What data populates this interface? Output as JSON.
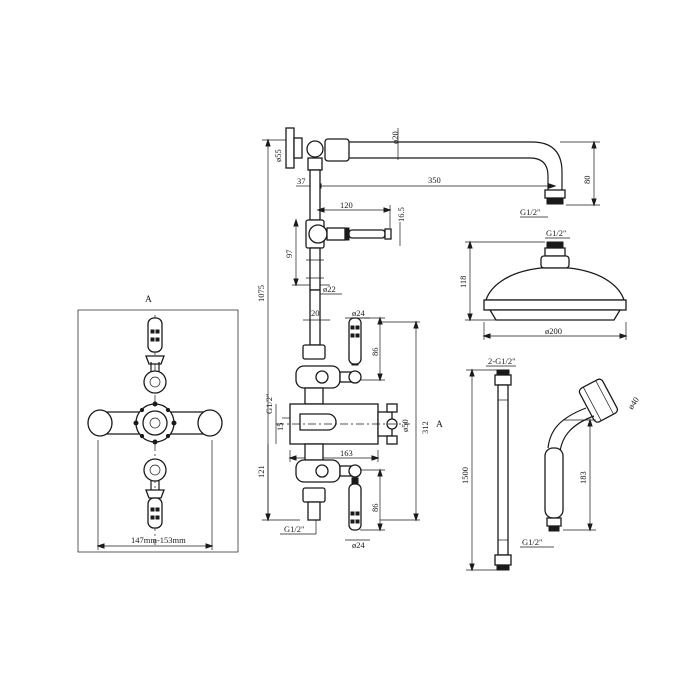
{
  "labels": {
    "front_section": "A",
    "section_mark": "A",
    "front_width": "147mm-153mm",
    "arm_diam": "ø20",
    "wall_flange_diam": "ø55",
    "arm_offset": "37",
    "arm_length": "350",
    "arm_drop": "80",
    "arm_outlet_thread": "G1/2\"",
    "total_height": "1075",
    "diverter_depth": "120",
    "diverter_handle_diam": "16.5",
    "riser_spacing": "97",
    "riser_diam": "ø22",
    "riser_gap": "20",
    "head_inlet_thread": "G1/2\"",
    "head_height": "118",
    "head_diam": "ø200",
    "top_handle_diam": "ø24",
    "top_handle_height": "86",
    "side_thread": "G1/2\"",
    "valve_depth": "15",
    "valve_diam": "ø50",
    "valve_height": "312",
    "valve_width": "163",
    "lower_offset": "121",
    "bottom_thread": "G1/2\"",
    "bottom_handle_height": "86",
    "bottom_handle_diam": "ø24",
    "hose_threads": "2-G1/2\"",
    "hose_length": "1500",
    "handset_head_diam": "ø40",
    "handset_length": "183",
    "handset_thread": "G1/2\""
  }
}
